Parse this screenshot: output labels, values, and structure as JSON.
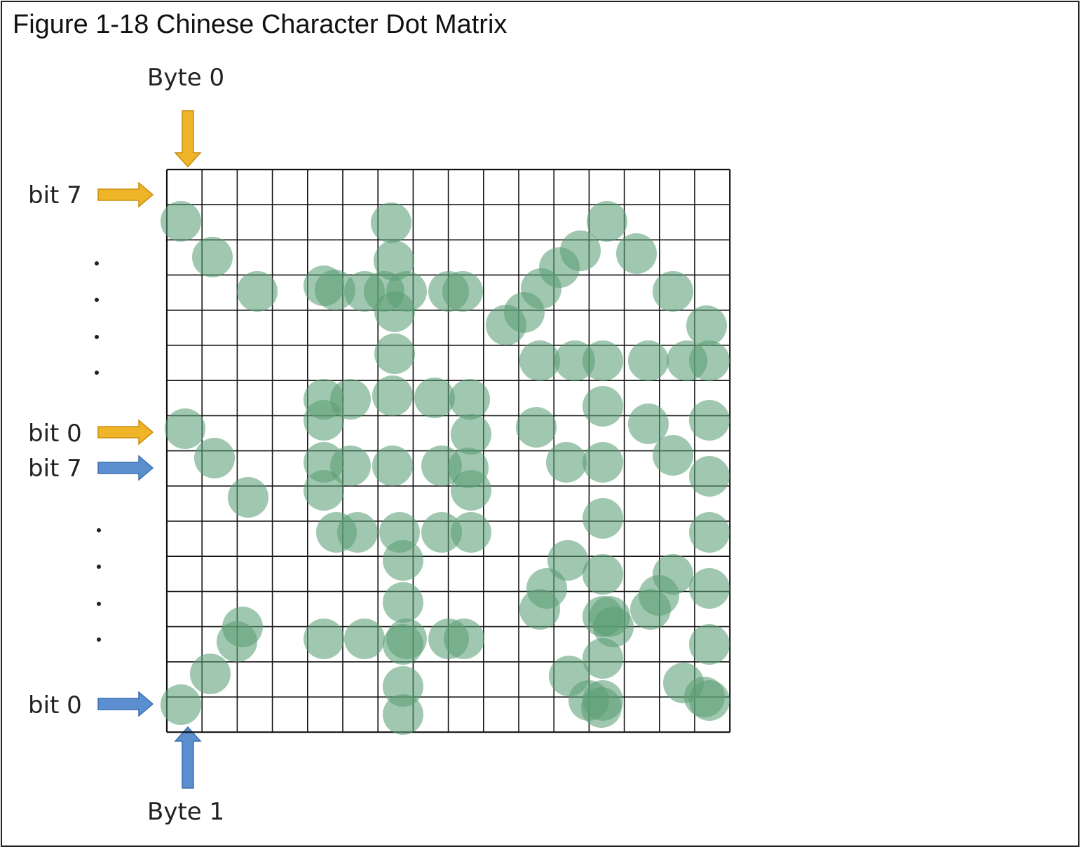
{
  "figure": {
    "title": "Figure 1-18 Chinese Character Dot Matrix"
  },
  "labels": {
    "byte0": "Byte 0",
    "byte1": "Byte 1",
    "bit7_top": "bit 7",
    "bit0_top": "bit 0",
    "bit7_bottom": "bit 7",
    "bit0_bottom": "bit 0",
    "ellipsis_dot": "."
  },
  "grid": {
    "rows": 16,
    "cols": 16
  },
  "colors": {
    "dot": "#5b9e76",
    "byte0_arrow": "#f0b429",
    "byte1_arrow": "#5b8fd0",
    "grid_line": "#111111"
  }
}
